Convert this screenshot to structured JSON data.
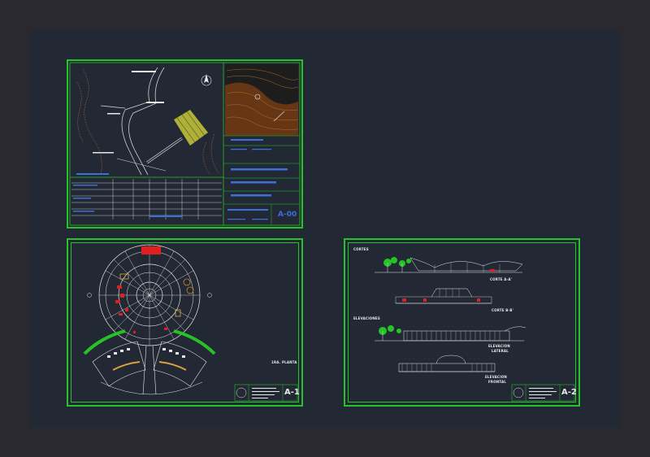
{
  "drawing": {
    "background": "#222834",
    "line_color": "#27c227",
    "sheets": [
      {
        "id": "A-00",
        "sheet_number": "A-00",
        "accent": "#3a6fd8"
      },
      {
        "id": "A-1",
        "sheet_number": "A-1",
        "label": "1RA. PLANTA"
      },
      {
        "id": "A-2",
        "sheet_number": "A-2",
        "labels": {
          "cortes": "CORTES",
          "corte_a": "CORTE A-A'",
          "corte_b": "CORTE B-B'",
          "elevaciones": "ELEVACIONES",
          "elev_lateral_1": "ELEVACION",
          "elev_lateral_2": "LATERAL",
          "elev_frontal_1": "ELEVACION",
          "elev_frontal_2": "FRONTAL"
        }
      }
    ]
  }
}
